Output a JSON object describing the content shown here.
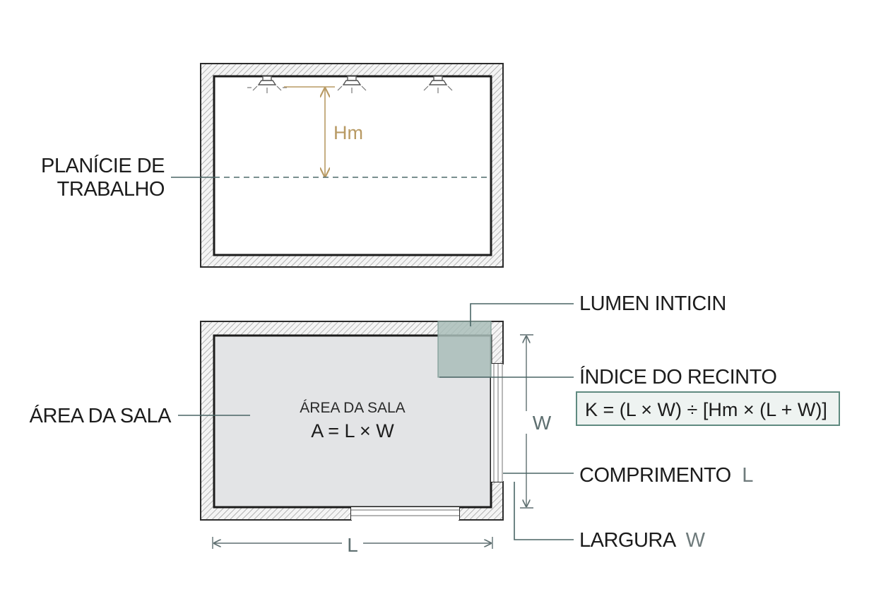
{
  "labels": {
    "work_plane_line1": "PLANÍCIE DE",
    "work_plane_line2": "TRABALHO",
    "hm": "Hm",
    "lumen_label": "LUMEN INTICIN",
    "room_index": "ÍNDICE DO RECINTO",
    "room_index_formula": "K = (L × W) ÷ [Hm × (L + W)]",
    "room_area_left": "ÁREA DA SALA",
    "room_area_center": "ÁREA DA SALA",
    "room_area_formula": "A = L × W",
    "dim_w": "W",
    "dim_l": "L",
    "length_label": "COMPRIMENTO",
    "length_suffix": "L",
    "width_label": "LARGURA",
    "width_suffix": "W"
  },
  "colors": {
    "hm_arrow": "#b89a64",
    "leader": "#4a6565",
    "room_fill": "#e3e4e6",
    "highlight_square": "#a9bdb8",
    "formula_box_border": "#5f8a80",
    "formula_box_fill": "#eef3f1"
  },
  "icons": [
    "ceiling-lamp-icon",
    "ceiling-lamp-icon",
    "ceiling-lamp-icon"
  ]
}
